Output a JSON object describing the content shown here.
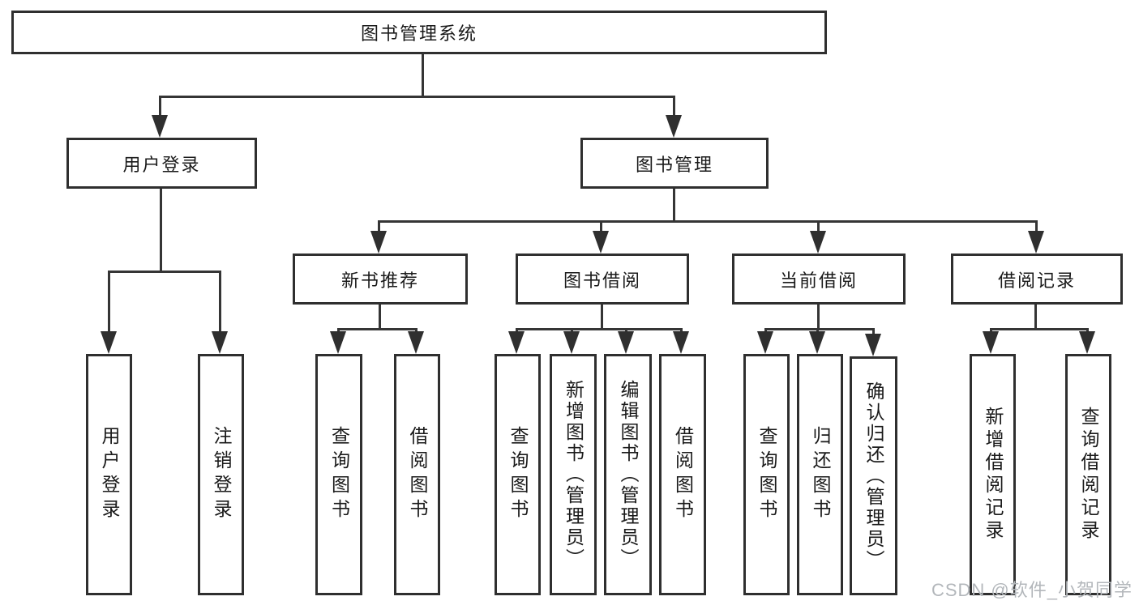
{
  "diagram": {
    "title": "图书管理系统",
    "root": {
      "label": "图书管理系统"
    },
    "level1": [
      {
        "label": "用户登录"
      },
      {
        "label": "图书管理"
      }
    ],
    "level2": [
      {
        "label": "新书推荐"
      },
      {
        "label": "图书借阅"
      },
      {
        "label": "当前借阅"
      },
      {
        "label": "借阅记录"
      }
    ],
    "leaves": {
      "user": [
        "用户登录",
        "注销登录"
      ],
      "recommend": [
        "查询图书",
        "借阅图书"
      ],
      "borrow": [
        "查询图书",
        "新增图书（管理员）",
        "编辑图书（管理员）",
        "借阅图书"
      ],
      "current": [
        "查询图书",
        "归还图书",
        "确认归还（管理员）"
      ],
      "records": [
        "新增借阅记录",
        "查询借阅记录"
      ]
    }
  },
  "watermark": "CSDN @软件_小贺同学",
  "colors": {
    "line": "#353535",
    "border": "#2f2f2f",
    "text": "#1a1a1a",
    "watermark": "#b3b7bb",
    "background": "#ffffff"
  }
}
